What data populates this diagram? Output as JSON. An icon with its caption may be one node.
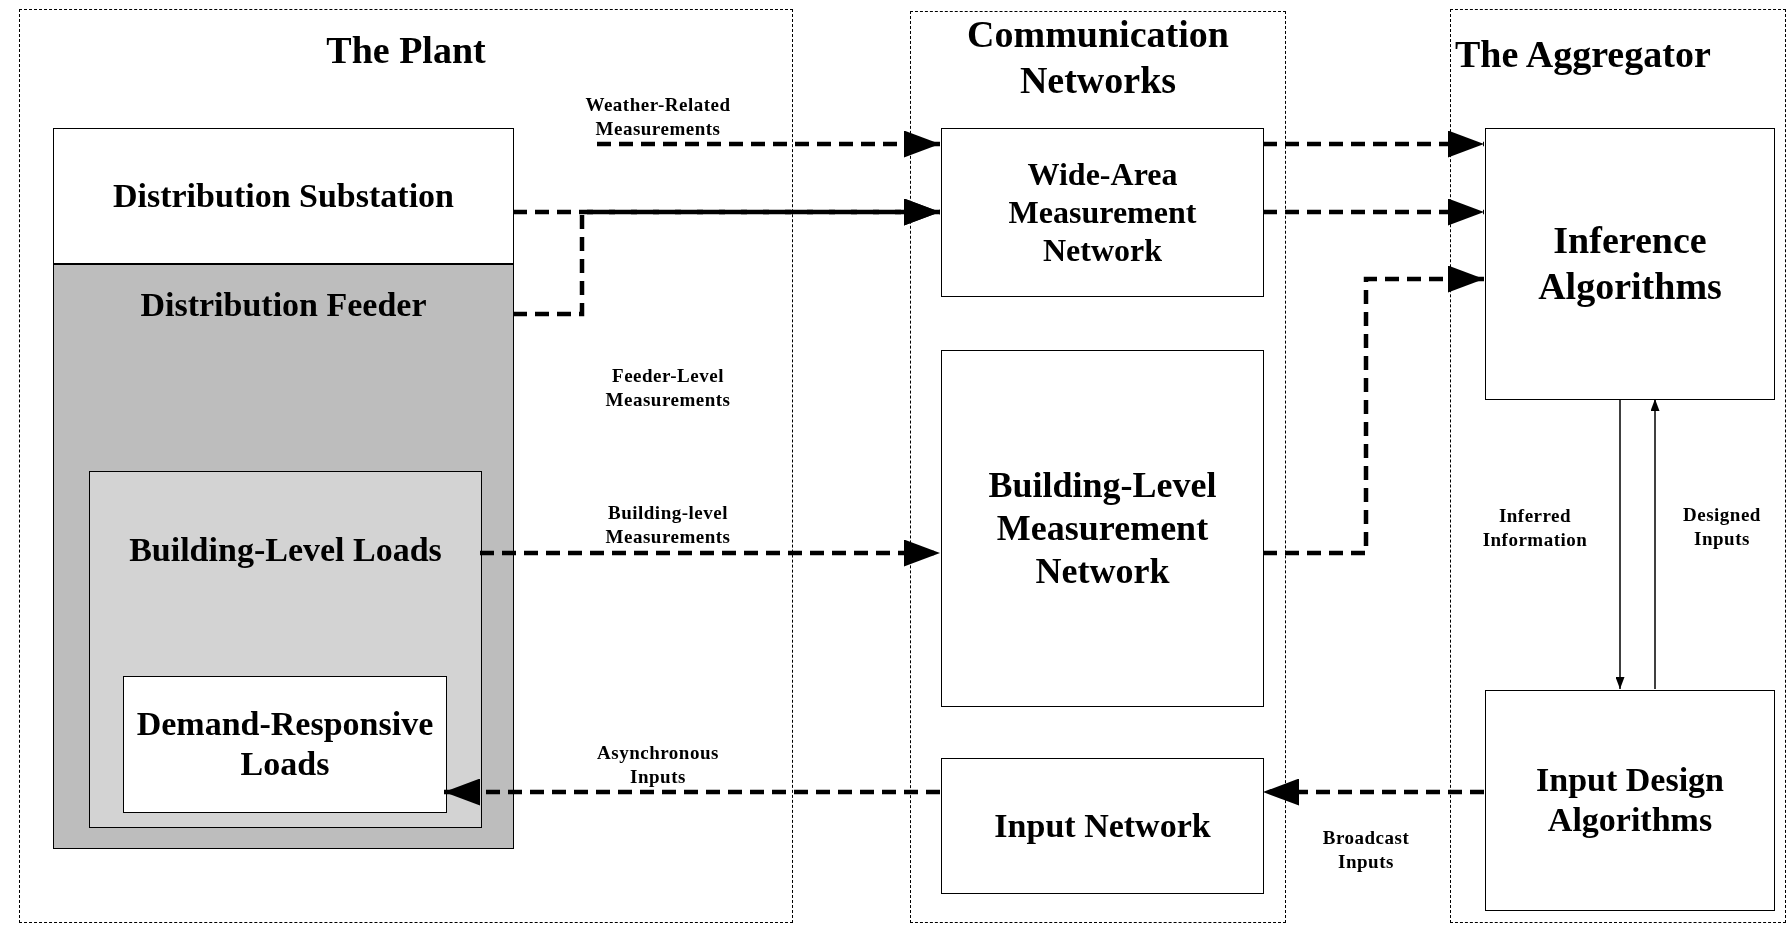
{
  "diagram": {
    "nodes": [
      {
        "text": [
          "The Plant"
        ]
      },
      {
        "text": [
          "Distribution Substation"
        ],
        "in": 0
      },
      {
        "text": [
          "Distribution Feeder"
        ],
        "in": 0
      },
      {
        "text": [
          "Building-Level Loads"
        ],
        "in": 2
      },
      {
        "text": [
          "Demand-Responsive Loads"
        ],
        "in": 3
      },
      {
        "text": [
          "Communication Networks"
        ]
      },
      {
        "text": [
          "Wide-Area Measurement Network"
        ],
        "in": 5
      },
      {
        "text": [
          "Building-Level Measurement Network"
        ],
        "in": 5
      },
      {
        "text": [
          "Input Network"
        ],
        "in": 5
      },
      {
        "text": [
          "The Aggregator"
        ]
      },
      {
        "text": [
          "Inference Algorithms"
        ],
        "in": 9
      },
      {
        "text": [
          "Input Design Algorithms"
        ],
        "in": 9
      }
    ],
    "edges": [
      {
        "from": null,
        "to": 6,
        "arrow": "to",
        "label": "Weather-Related Measurements",
        "style": "dashed"
      },
      {
        "from": 1,
        "to": 6,
        "arrow": "to",
        "style": "dashed"
      },
      {
        "from": 2,
        "to": 6,
        "arrow": "to",
        "label": "Feeder-Level Measurements",
        "style": "dashed"
      },
      {
        "from": 3,
        "to": 7,
        "arrow": "to",
        "label": "Building-level Measurements",
        "style": "dashed"
      },
      {
        "from": 6,
        "to": 10,
        "arrow": "to",
        "style": "dashed"
      },
      {
        "from": 6,
        "to": 10,
        "arrow": "to",
        "style": "dashed"
      },
      {
        "from": 7,
        "to": 10,
        "arrow": "to",
        "style": "dashed"
      },
      {
        "from": 8,
        "to": 4,
        "arrow": "to",
        "label": "Asynchronous Inputs",
        "style": "dashed"
      },
      {
        "from": 11,
        "to": 8,
        "arrow": "to",
        "label": "Broadcast Inputs",
        "style": "dashed"
      },
      {
        "from": 10,
        "to": 11,
        "arrow": "to",
        "label": "Inferred Information"
      },
      {
        "from": 11,
        "to": 10,
        "arrow": "to",
        "label": "Designed Inputs"
      }
    ]
  }
}
